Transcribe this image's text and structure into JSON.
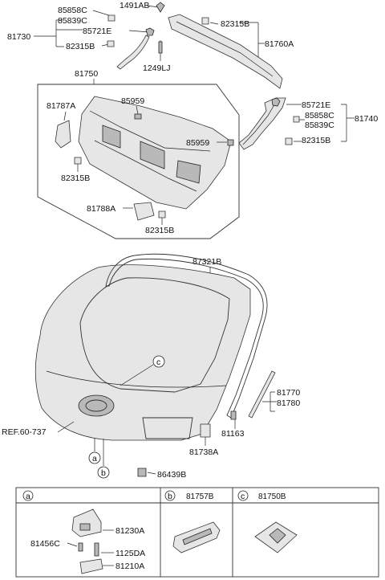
{
  "labels": {
    "p85858C_top": "85858C",
    "p85839C_top": "85839C",
    "p1491AB": "1491AB",
    "p81730": "81730",
    "p85721E_top": "85721E",
    "p82315B_top_left": "82315B",
    "p82315B_top_mid": "82315B",
    "p81760A": "81760A",
    "p1249LJ": "1249LJ",
    "p81750": "81750",
    "p81787A": "81787A",
    "p85959_a": "85959",
    "p85959_b": "85959",
    "p82315B_panel_left": "82315B",
    "p81788A": "81788A",
    "p82315B_panel_bottom": "82315B",
    "p85721E_right": "85721E",
    "p85858C_right": "85858C",
    "p85839C_right": "85839C",
    "p81740": "81740",
    "p82315B_right": "82315B",
    "p87321B": "87321B",
    "p81770": "81770",
    "p81780": "81780",
    "ref_label": "REF.60-737",
    "p81163": "81163",
    "p81738A": "81738A",
    "p86439B": "86439B",
    "callout_a": "a",
    "callout_b": "b",
    "callout_c": "c"
  },
  "legend": {
    "cell_a": {
      "letter": "a",
      "header": "",
      "parts": {
        "p81230A": "81230A",
        "p81456C": "81456C",
        "p1125DA": "1125DA",
        "p81210A": "81210A"
      }
    },
    "cell_b": {
      "letter": "b",
      "header": "81757B"
    },
    "cell_c": {
      "letter": "c",
      "header": "81750B"
    }
  }
}
